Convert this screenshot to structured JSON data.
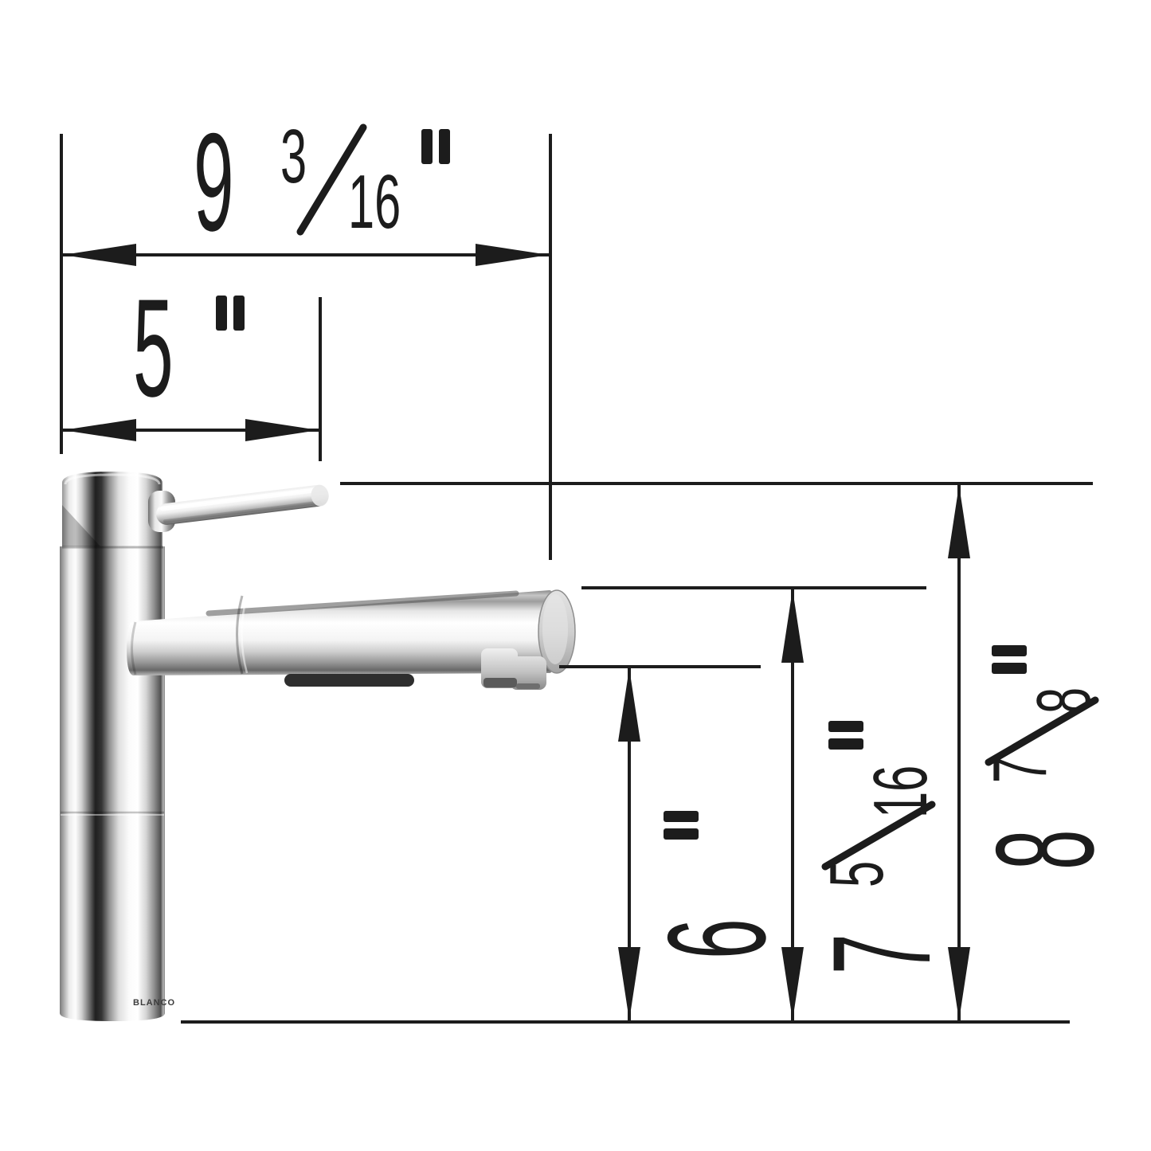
{
  "figure": {
    "type": "technical dimension drawing, faucet side view",
    "background_color": "#ffffff",
    "line_color": "#1c1c1c"
  },
  "product": {
    "brand": "BLANCO"
  },
  "dimensions": {
    "width_total": {
      "label": "9 3/16\"",
      "whole": "9",
      "numerator": "3",
      "denominator": "16",
      "value_inches": 9.1875,
      "orientation": "horizontal"
    },
    "width_handle": {
      "label": "5\"",
      "whole": "5",
      "value_inches": 5,
      "orientation": "horizontal"
    },
    "height_outlet": {
      "label": "6\"",
      "whole": "6",
      "value_inches": 6,
      "orientation": "vertical"
    },
    "height_spout": {
      "label": "7 5/16\"",
      "whole": "7",
      "numerator": "5",
      "denominator": "16",
      "value_inches": 7.3125,
      "orientation": "vertical"
    },
    "height_total": {
      "label": "8 7/8\"",
      "whole": "8",
      "numerator": "7",
      "denominator": "8",
      "value_inches": 8.875,
      "orientation": "vertical"
    }
  }
}
